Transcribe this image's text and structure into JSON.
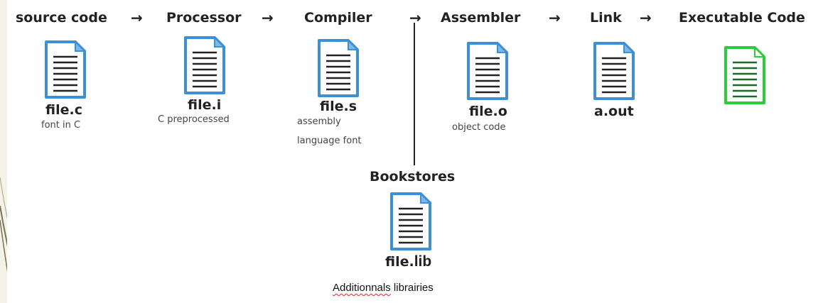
{
  "stages": {
    "s1": "source code",
    "s2": "Processor",
    "s3": "Compiler",
    "s4": "Assembler",
    "s5": "Link",
    "s6": "Executable Code"
  },
  "arrow_glyph": "→",
  "files": {
    "c": {
      "name": "file.c",
      "desc": "font in C"
    },
    "i": {
      "name": "file.i",
      "desc": "C preprocessed"
    },
    "s": {
      "name": "file.s",
      "desc_line1": "assembly",
      "desc_line2": "language font"
    },
    "o": {
      "name": "file.o",
      "desc": "object code"
    },
    "out": {
      "name": "a.out"
    }
  },
  "library": {
    "title": "Bookstores",
    "name_prefix": "file.",
    "name_ext": "lib",
    "note_word1": "Additionnals",
    "note_word2": "librairies"
  },
  "colors": {
    "doc_blue_border": "#3d8fd6",
    "doc_blue_fold": "#7cb8ea",
    "doc_green_border": "#2ecc3a",
    "doc_green_lines": "#1f6b2a",
    "doc_lines": "#222222",
    "background": "#f3f3e7",
    "spelling_underline": "#dd2222"
  },
  "icons": {
    "document": "document-icon",
    "executable": "executable-document-icon"
  }
}
